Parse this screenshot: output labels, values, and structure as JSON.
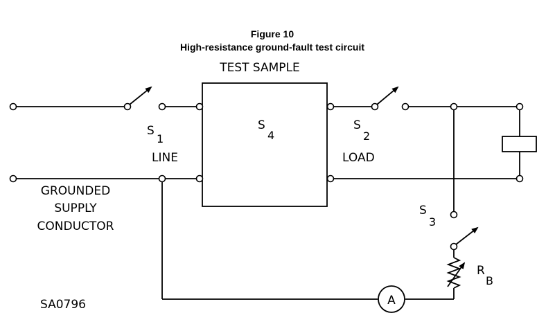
{
  "caption": {
    "figure_number": "Figure 10",
    "title": "High-resistance ground-fault test circuit"
  },
  "labels": {
    "test_sample": "TEST SAMPLE",
    "s1_letter": "S",
    "s1_sub": "1",
    "s2_letter": "S",
    "s2_sub": "2",
    "s3_letter": "S",
    "s3_sub": "3",
    "s4_letter": "S",
    "s4_sub": "4",
    "line": "LINE",
    "load": "LOAD",
    "grounded_1": "GROUNDED",
    "grounded_2": "SUPPLY",
    "grounded_3": "CONDUCTOR",
    "rb_letter": "R",
    "rb_sub": "B",
    "ammeter": "A",
    "code": "SA0796"
  }
}
